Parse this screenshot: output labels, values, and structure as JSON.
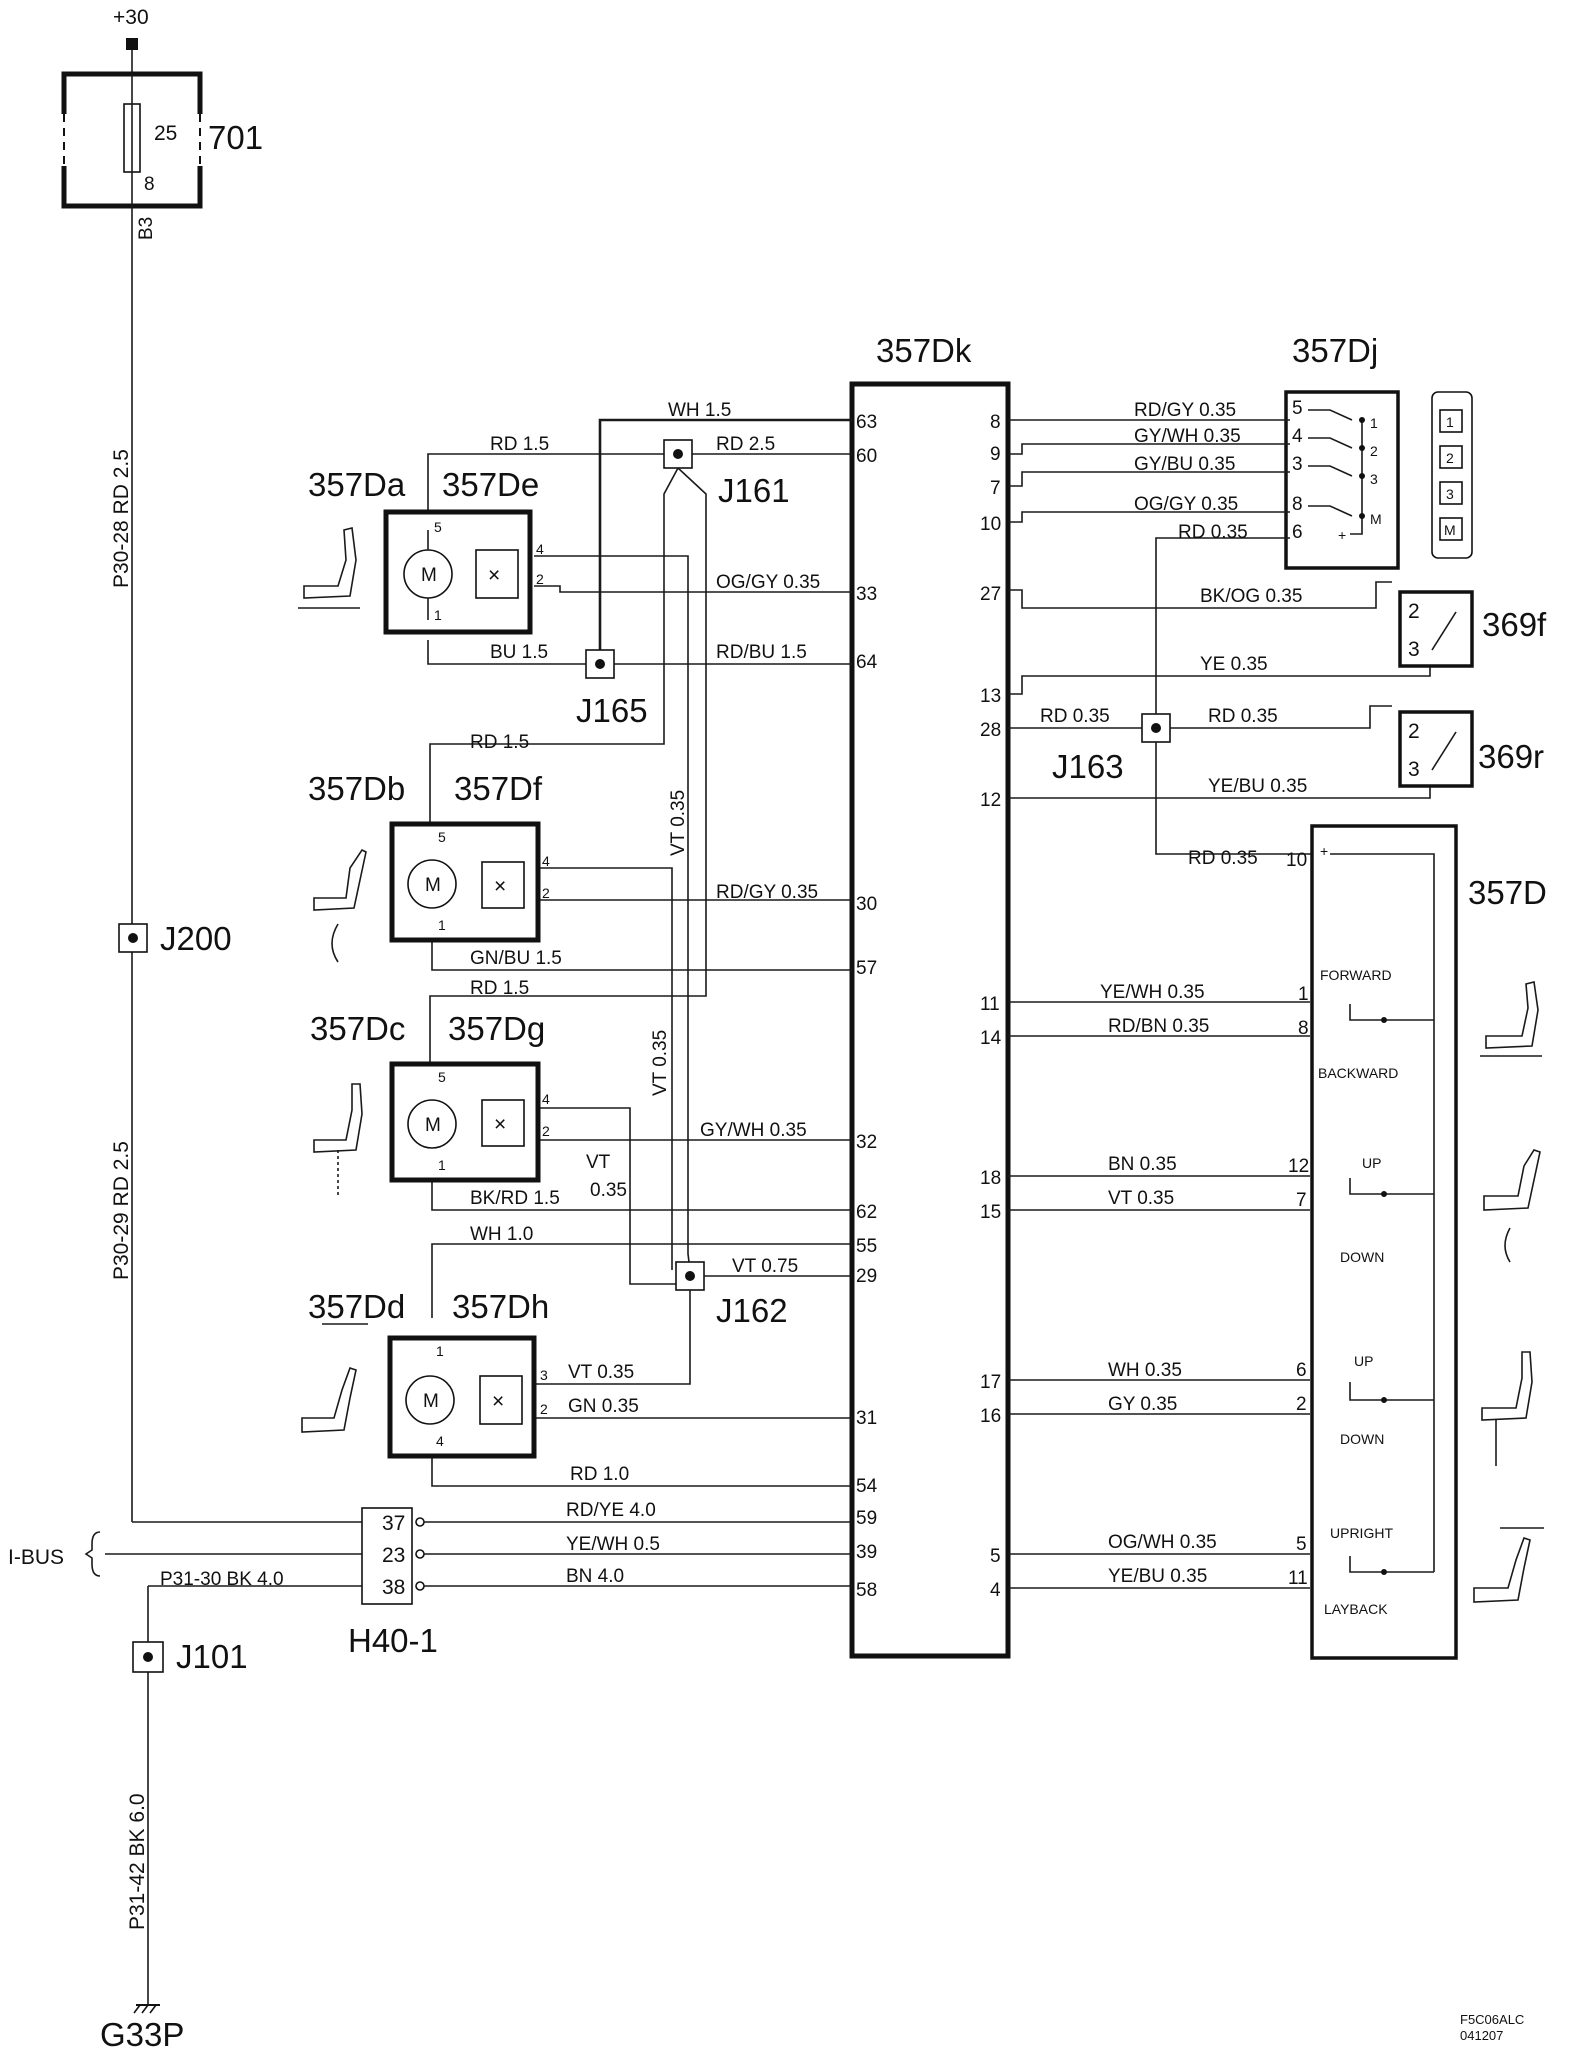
{
  "power": {
    "label": "+30",
    "fuse_block": "701",
    "fuse_rating": "25",
    "fuse_pin": "8",
    "fuse_out": "B3"
  },
  "wires": {
    "p30_28": "P30-28  RD  2.5",
    "p30_29": "P30-29  RD  2.5",
    "p31_30": "P31-30  BK 4.0",
    "p31_42": "P31-42  BK  6.0"
  },
  "junctions": {
    "j200": "J200",
    "j101": "J101",
    "j161": "J161",
    "j165": "J165",
    "j162": "J162",
    "j163": "J163"
  },
  "ground": "G33P",
  "connector": {
    "name": "H40-1",
    "ibus": "I-BUS",
    "pins": [
      "37",
      "23",
      "38"
    ]
  },
  "ecu": {
    "name": "357Dk"
  },
  "motors": {
    "da": {
      "motor": "357Da",
      "sensor": "357De"
    },
    "db": {
      "motor": "357Db",
      "sensor": "357Df"
    },
    "dc": {
      "motor": "357Dc",
      "sensor": "357Dg"
    },
    "dd": {
      "motor": "357Dd",
      "sensor": "357Dh"
    },
    "m_symbol": "M",
    "x_symbol": "×"
  },
  "left_pins": {
    "p63": "63",
    "p60": "60",
    "p33": "33",
    "p64": "64",
    "p30": "30",
    "p57": "57",
    "p32": "32",
    "p62": "62",
    "p55": "55",
    "p29": "29",
    "p31": "31",
    "p54": "54",
    "p59": "59",
    "p39": "39",
    "p58": "58"
  },
  "right_pins": {
    "p8": "8",
    "p9": "9",
    "p7": "7",
    "p10": "10",
    "p27": "27",
    "p13": "13",
    "p28": "28",
    "p12": "12",
    "p11": "11",
    "p14": "14",
    "p18": "18",
    "p15": "15",
    "p17": "17",
    "p16": "16",
    "p5": "5",
    "p4": "4"
  },
  "left_wires": {
    "wh15": "WH  1.5",
    "rd25": "RD  2.5",
    "rd15a": "RD  1.5",
    "oggy": "OG/GY  0.35",
    "bu15": "BU 1.5",
    "rdbu": "RD/BU  1.5",
    "rd15b": "RD 1.5",
    "vt035a": "VT  0.35",
    "rdgy": "RD/GY  0.35",
    "gnbu": "GN/BU  1.5",
    "rd15c": "RD  1.5",
    "vt035b": "VT  0.35",
    "gywh": "GY/WH  0.35",
    "vt_a": "VT",
    "vt_b": "0.35",
    "bkrd": "BK/RD  1.5",
    "wh10": "WH  1.0",
    "vt075": "VT  0.75",
    "vt035c": "VT  0.35",
    "gn035": "GN  0.35",
    "rd10": "RD  1.0",
    "rdye": "RD/YE  4.0",
    "yewh": "YE/WH  0.5",
    "bn40": "BN  4.0"
  },
  "right_wires": {
    "rdgy": "RD/GY    0.35",
    "gywh": "GY/WH   0.35",
    "gybu": "GY/BU   0.35",
    "oggy": "OG/GY    0.35",
    "rd035": "RD  0.35",
    "bkog": "BK/OG   0.35",
    "ye035": "YE   0.35",
    "rd035b": "RD  0.35",
    "rd035c": "RD  0.35",
    "yebu": "YE/BU  0.35",
    "rd035d": "RD  0.35",
    "yewh": "YE/WH  0.35",
    "rdbn": "RD/BN  0.35",
    "bn035": "BN  0.35",
    "vt035": "VT  0.35",
    "wh035": "WH  0.35",
    "gy035": "GY  0.35",
    "ogwh": "OG/WH 0.35",
    "yebu2": "YE/BU  0.35"
  },
  "memory": {
    "name": "357Dj",
    "pins": [
      "5",
      "4",
      "3",
      "8",
      "6"
    ],
    "contacts": [
      "1",
      "2",
      "3",
      "M"
    ],
    "plus": "+",
    "buttons": [
      "1",
      "2",
      "3",
      "M"
    ]
  },
  "switches": {
    "s369f": "369f",
    "s369r": "369r",
    "pin2": "2",
    "pin3": "3"
  },
  "seat_switch": {
    "name": "357D",
    "pins": [
      "10",
      "1",
      "8",
      "12",
      "7",
      "6",
      "2",
      "5",
      "11"
    ],
    "plus": "+",
    "forward": "FORWARD",
    "backward": "BACKWARD",
    "up1": "UP",
    "down1": "DOWN",
    "up2": "UP",
    "down2": "DOWN",
    "upright": "UPRIGHT",
    "layback": "LAYBACK"
  },
  "footer": {
    "code": "F5C06ALC",
    "date": "041207"
  }
}
